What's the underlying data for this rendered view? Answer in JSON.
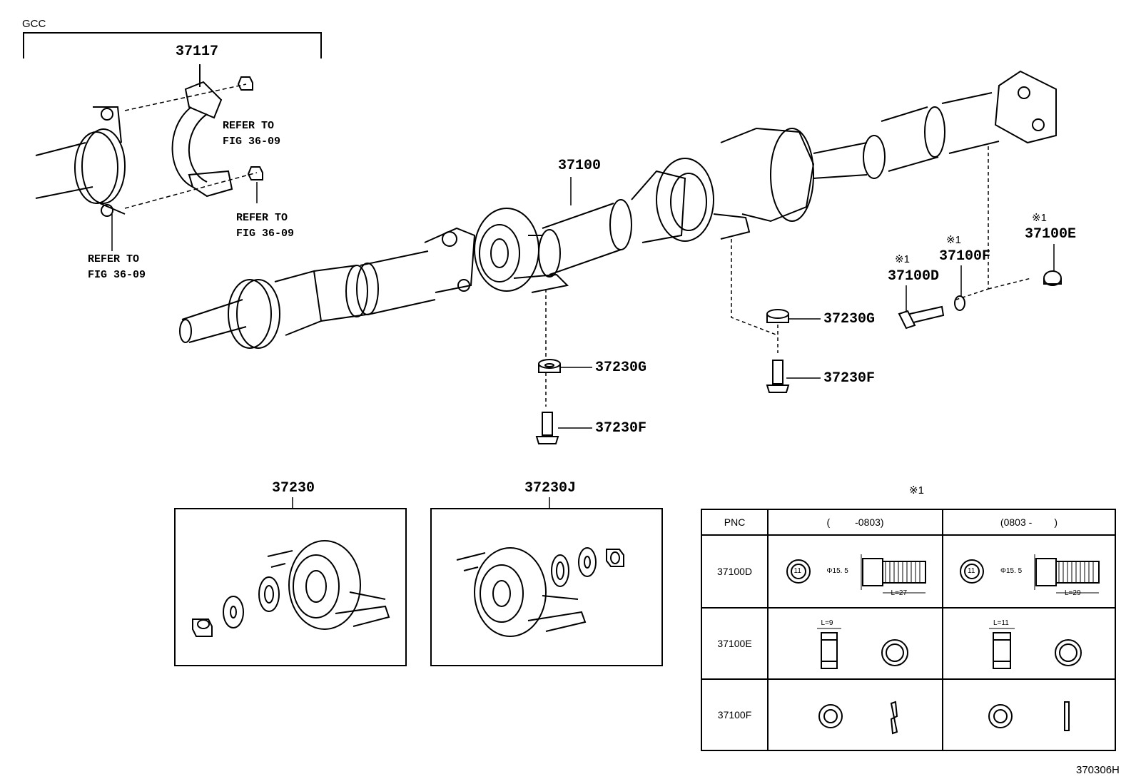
{
  "labels": {
    "gcc": "GCC",
    "p37117": "37117",
    "p37100": "37100",
    "refer1": "REFER TO\nFIG 36-09",
    "refer2": "REFER TO\nFIG 36-09",
    "refer3": "REFER TO\nFIG 36-09",
    "p37230g_a": "37230G",
    "p37230f_a": "37230F",
    "p37230g_b": "37230G",
    "p37230f_b": "37230F",
    "p37100d": "37100D",
    "p37100f": "37100F",
    "p37100e": "37100E",
    "note_d": "※1",
    "note_f": "※1",
    "note_e": "※1",
    "p37230": "37230",
    "p37230j": "37230J",
    "table_note": "※1",
    "figure_id": "370306H"
  },
  "table": {
    "headers": [
      "PNC",
      "(         -0803)",
      "(0803 -        )"
    ],
    "rows": [
      {
        "pnc": "37100D",
        "dia1": "Φ15. 5",
        "len1": "L=27",
        "dia2": "Φ15. 5",
        "len2": "L=29",
        "mark1": "11",
        "mark2": "11"
      },
      {
        "pnc": "37100E",
        "len1": "L=9",
        "len2": "L=11"
      },
      {
        "pnc": "37100F"
      }
    ]
  }
}
